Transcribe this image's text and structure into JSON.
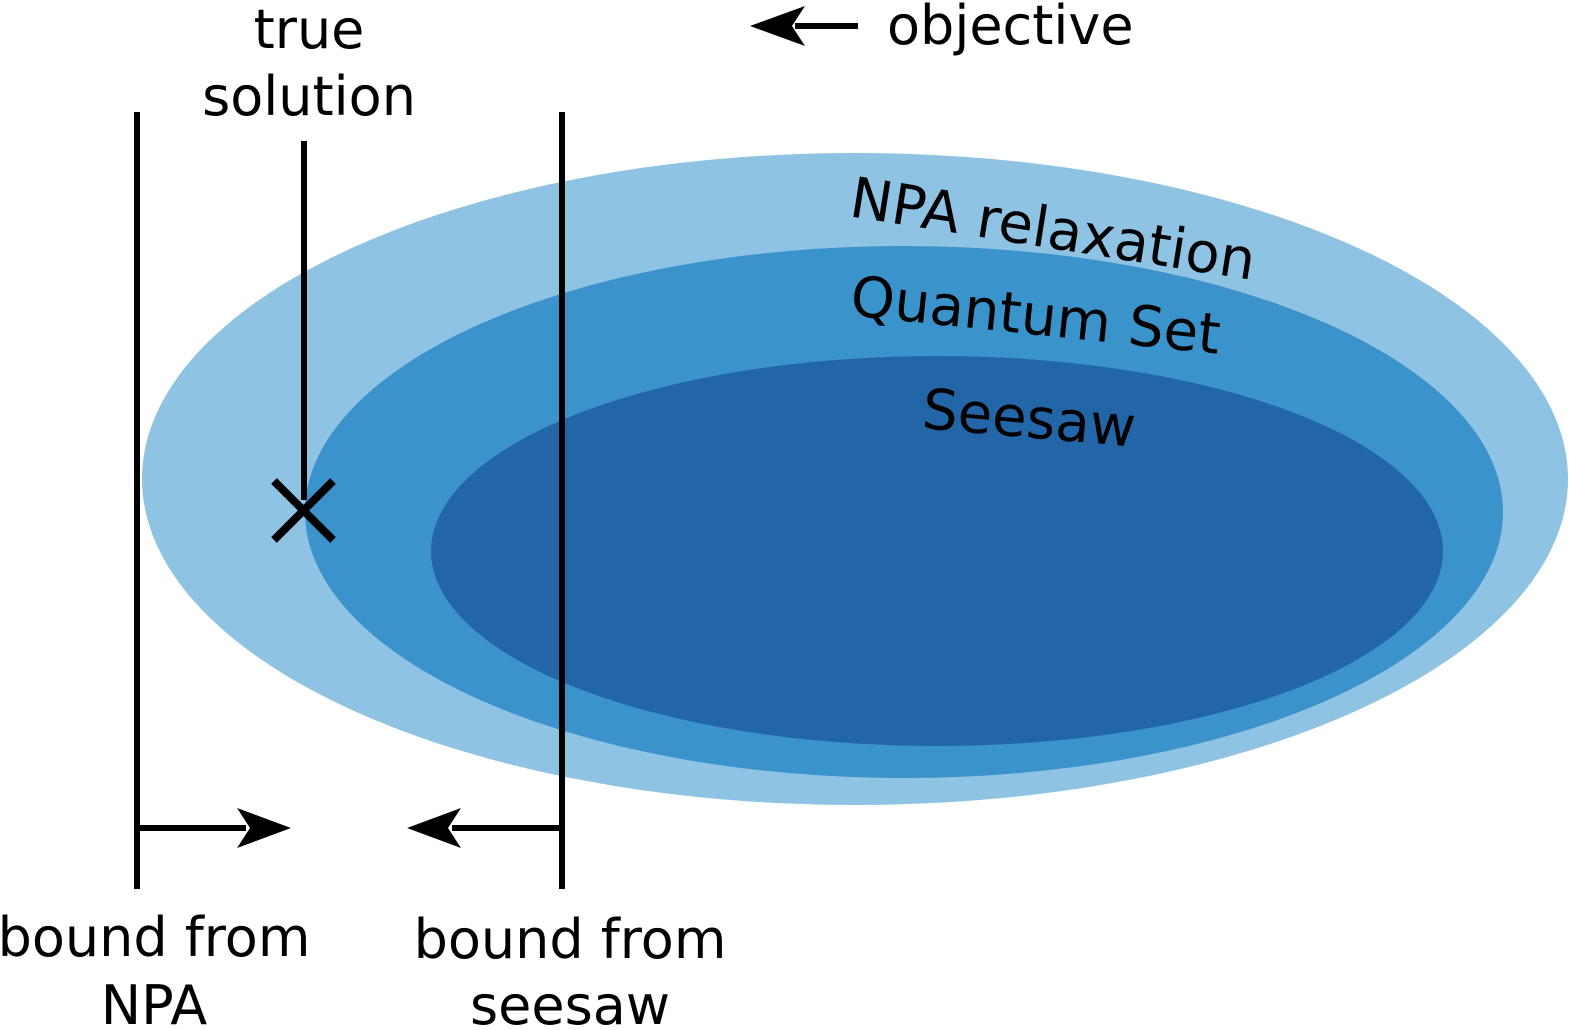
{
  "labels": {
    "objective": "objective",
    "true_solution_line1": "true",
    "true_solution_line2": "solution",
    "bound_npa_line1": "bound from",
    "bound_npa_line2": "NPA",
    "bound_seesaw_line1": "bound from",
    "bound_seesaw_line2": "seesaw"
  },
  "sets": {
    "npa_relaxation": "NPA relaxation",
    "quantum_set": "Quantum Set",
    "seesaw": "Seesaw"
  },
  "colors": {
    "npa_relaxation_fill": "#8EC3E3",
    "quantum_set_fill": "#3A93CB",
    "seesaw_fill": "#2366A8",
    "npa_label": "#13294F",
    "quantum_label": "#E4EEF6",
    "seesaw_label": "#FFFFFF",
    "lines": "#000000"
  },
  "icons": {
    "marker": "x-mark-icon",
    "arrow": "arrow-icon"
  }
}
